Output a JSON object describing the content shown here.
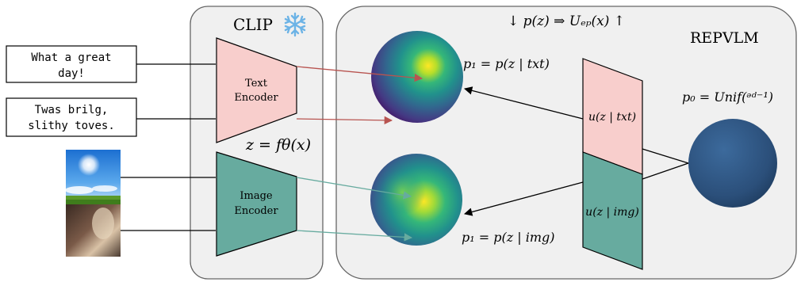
{
  "clip_panel": {
    "title": "CLIP",
    "icon": "snowflake-icon"
  },
  "repvlm_panel": {
    "title": "REPVLM",
    "header_formula": "↓ p(z) ⇒ Uₑₚ(x) ↑"
  },
  "inputs": {
    "text_1": [
      "What a great",
      "day!"
    ],
    "text_2": [
      "Twas brilg,",
      "slithy toves."
    ]
  },
  "encoders": {
    "text": [
      "Text",
      "Encoder"
    ],
    "image": [
      "Image",
      "Encoder"
    ],
    "mapping_formula": "z = fθ(x)"
  },
  "spheres": {
    "text_label": "p₁ = p(z | txt)",
    "image_label": "p₁ = p(z | img)",
    "prior_label": "p₀ = Unif(ᵊᵈ⁻¹)"
  },
  "update_block": {
    "text_label": "u(z | txt)",
    "image_label": "u(z | img)"
  },
  "colors": {
    "text_pink": "#f8cecc",
    "encoder_teal": "#67ab9f",
    "panel_fill": "#f0f0f0",
    "arrow_red": "#b85450",
    "arrow_teal": "#67ab9f",
    "prior_sphere": "#2b4f7a"
  }
}
